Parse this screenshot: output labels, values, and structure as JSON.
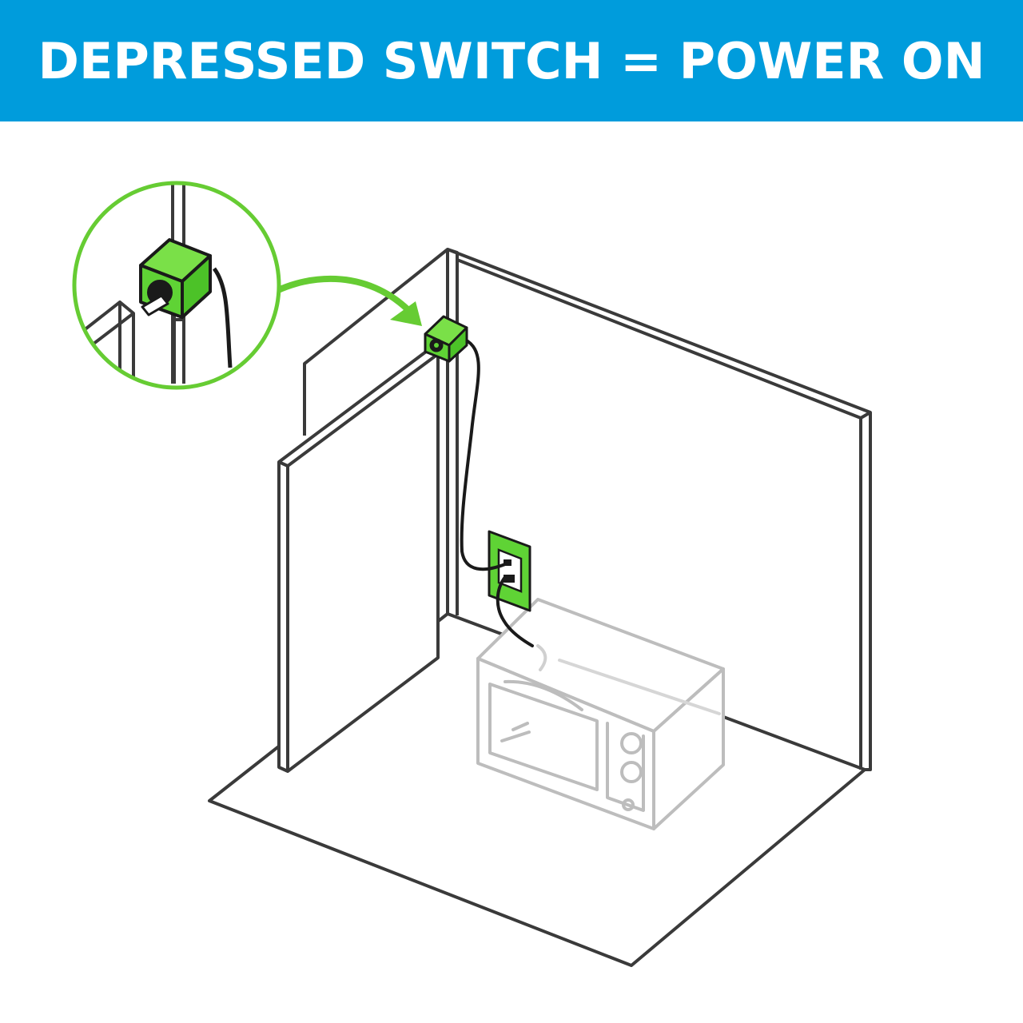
{
  "header": {
    "title": "DEPRESSED SWITCH = POWER ON",
    "background_color": "#009cdc",
    "text_color": "#ffffff"
  },
  "colors": {
    "accent_green": "#5fd335",
    "callout_ring": "#66cc33",
    "line_dark": "#3a3a3a",
    "cable": "#1a1a1a",
    "faded_appliance": "#b8b8b8"
  },
  "illustration": {
    "elements": [
      "zoom-callout",
      "door-switch",
      "power-cord",
      "wall-outlet",
      "microwave",
      "cabinet"
    ],
    "icons": [
      "curved-arrow-icon"
    ]
  }
}
